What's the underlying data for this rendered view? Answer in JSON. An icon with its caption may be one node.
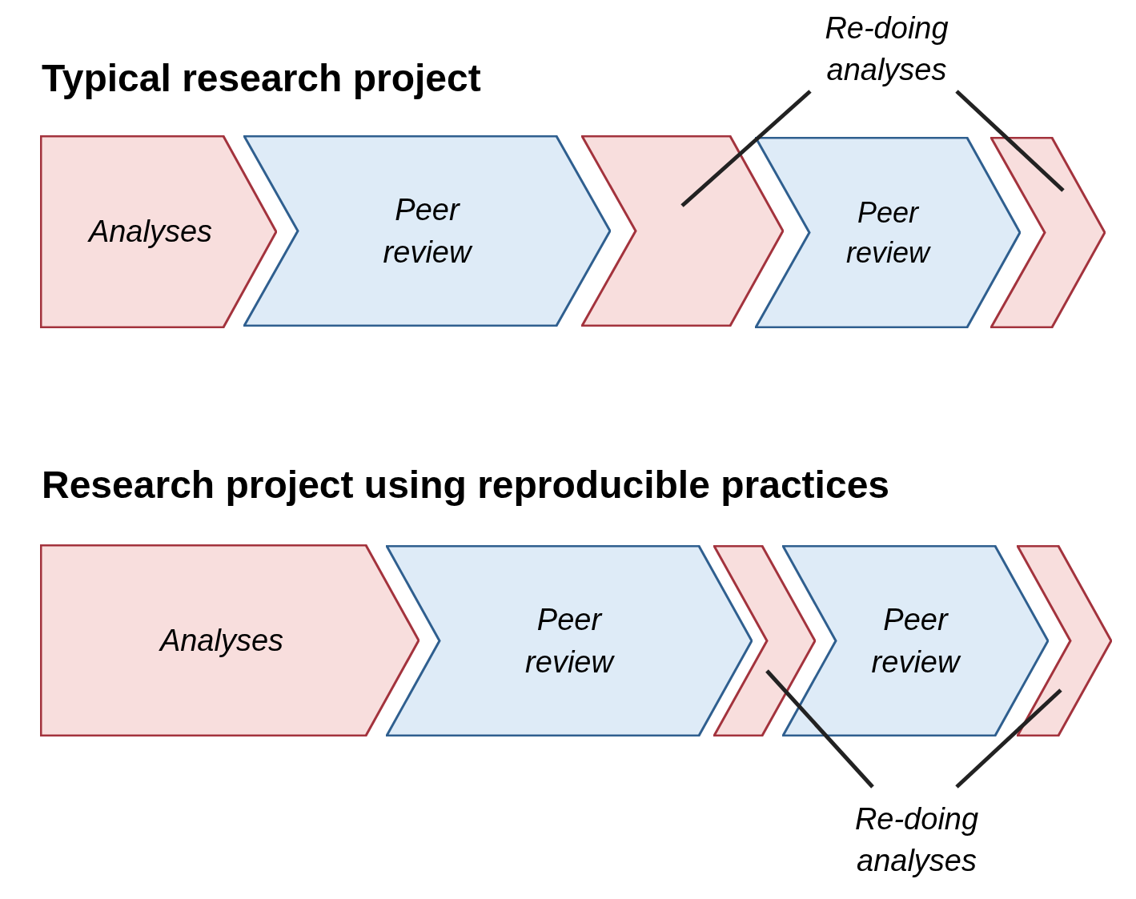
{
  "diagram": {
    "nodes": [
      {
        "text": [
          "Analyses"
        ]
      },
      {
        "text": [
          "Peer review"
        ]
      },
      {
        "text": [],
        "shape": "chevron"
      },
      {
        "text": [
          "Peer review"
        ]
      },
      {
        "text": [],
        "shape": "chevron"
      },
      {
        "text": [
          "Re-doing analyses"
        ]
      },
      {
        "text": [
          "Analyses"
        ]
      },
      {
        "text": [
          "Peer review"
        ]
      },
      {
        "text": [],
        "shape": "chevron"
      },
      {
        "text": [
          "Peer review"
        ]
      },
      {
        "text": [],
        "shape": "chevron"
      },
      {
        "text": [
          "Re-doing analyses"
        ]
      }
    ],
    "edges": [
      {
        "from": 5,
        "to": 2,
        "arrow": "none"
      },
      {
        "from": 5,
        "to": 4,
        "arrow": "none"
      },
      {
        "from": 11,
        "to": 8,
        "arrow": "none"
      },
      {
        "from": 11,
        "to": 10,
        "arrow": "none"
      }
    ],
    "labels": [
      "Typical research project",
      "Research project using reproducible practices"
    ]
  }
}
